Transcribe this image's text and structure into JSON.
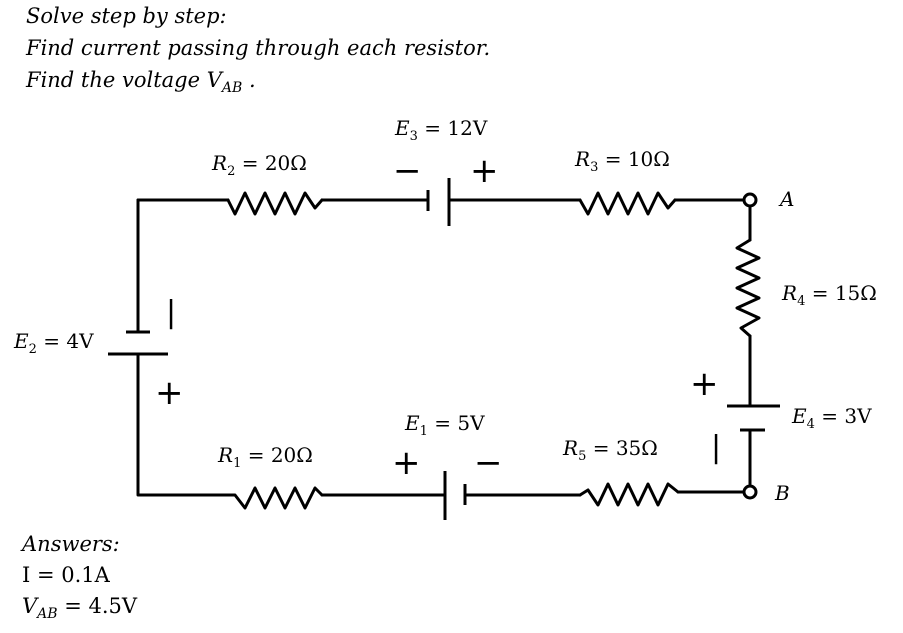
{
  "problem": {
    "line1": "Solve step by step:",
    "line2": "Find current passing through each resistor.",
    "line3": "Find the voltage V",
    "line3_sub": "AB",
    "line3_end": " ."
  },
  "circuit": {
    "resistors": {
      "r1": {
        "sym": "R",
        "sub": "1",
        "val": " = 20Ω"
      },
      "r2": {
        "sym": "R",
        "sub": "2",
        "val": " = 20Ω"
      },
      "r3": {
        "sym": "R",
        "sub": "3",
        "val": " = 10Ω"
      },
      "r4": {
        "sym": "R",
        "sub": "4",
        "val": " = 15Ω"
      },
      "r5": {
        "sym": "R",
        "sub": "5",
        "val": " = 35Ω"
      }
    },
    "sources": {
      "e1": {
        "sym": "E",
        "sub": "1",
        "val": " = 5V"
      },
      "e2": {
        "sym": "E",
        "sub": "2",
        "val": " = 4V"
      },
      "e3": {
        "sym": "E",
        "sub": "3",
        "val": " = 12V"
      },
      "e4": {
        "sym": "E",
        "sub": "4",
        "val": " = 3V"
      }
    },
    "nodes": {
      "a": "A",
      "b": "B"
    },
    "polarity": {
      "plus": "+",
      "minus": "−",
      "minus_vertical": "|"
    }
  },
  "answers": {
    "heading": "Answers:",
    "i": "I = 0.1A",
    "v_sym": "V",
    "v_sub": "AB",
    "v_val": " = 4.5V"
  }
}
